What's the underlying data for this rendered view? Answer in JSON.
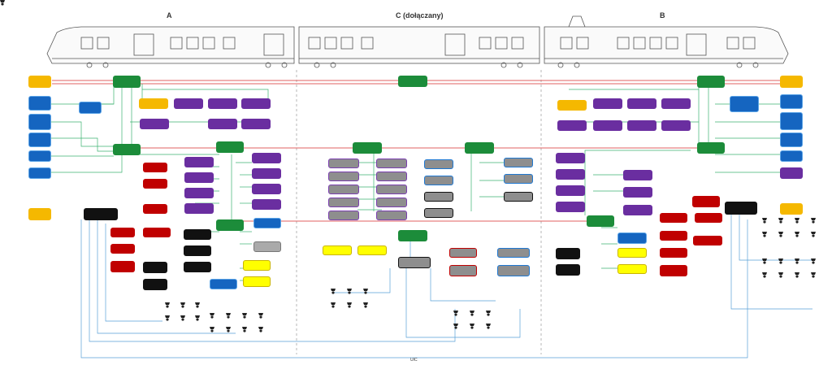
{
  "headers": {
    "a": "A",
    "c": "C (dołączany)",
    "b": "B"
  },
  "uic_label": "UIC",
  "colors": {
    "gold": "#f5b800",
    "blue": "#1565c0",
    "purple": "#6a2ea0",
    "green": "#1c8c3a",
    "red": "#c00000",
    "black": "#111111",
    "yellow": "#ffff00",
    "grey": "#aaaaaa"
  },
  "icons": [
    "train-car-a-icon",
    "train-car-c-icon",
    "train-car-b-icon",
    "camera-icon"
  ]
}
